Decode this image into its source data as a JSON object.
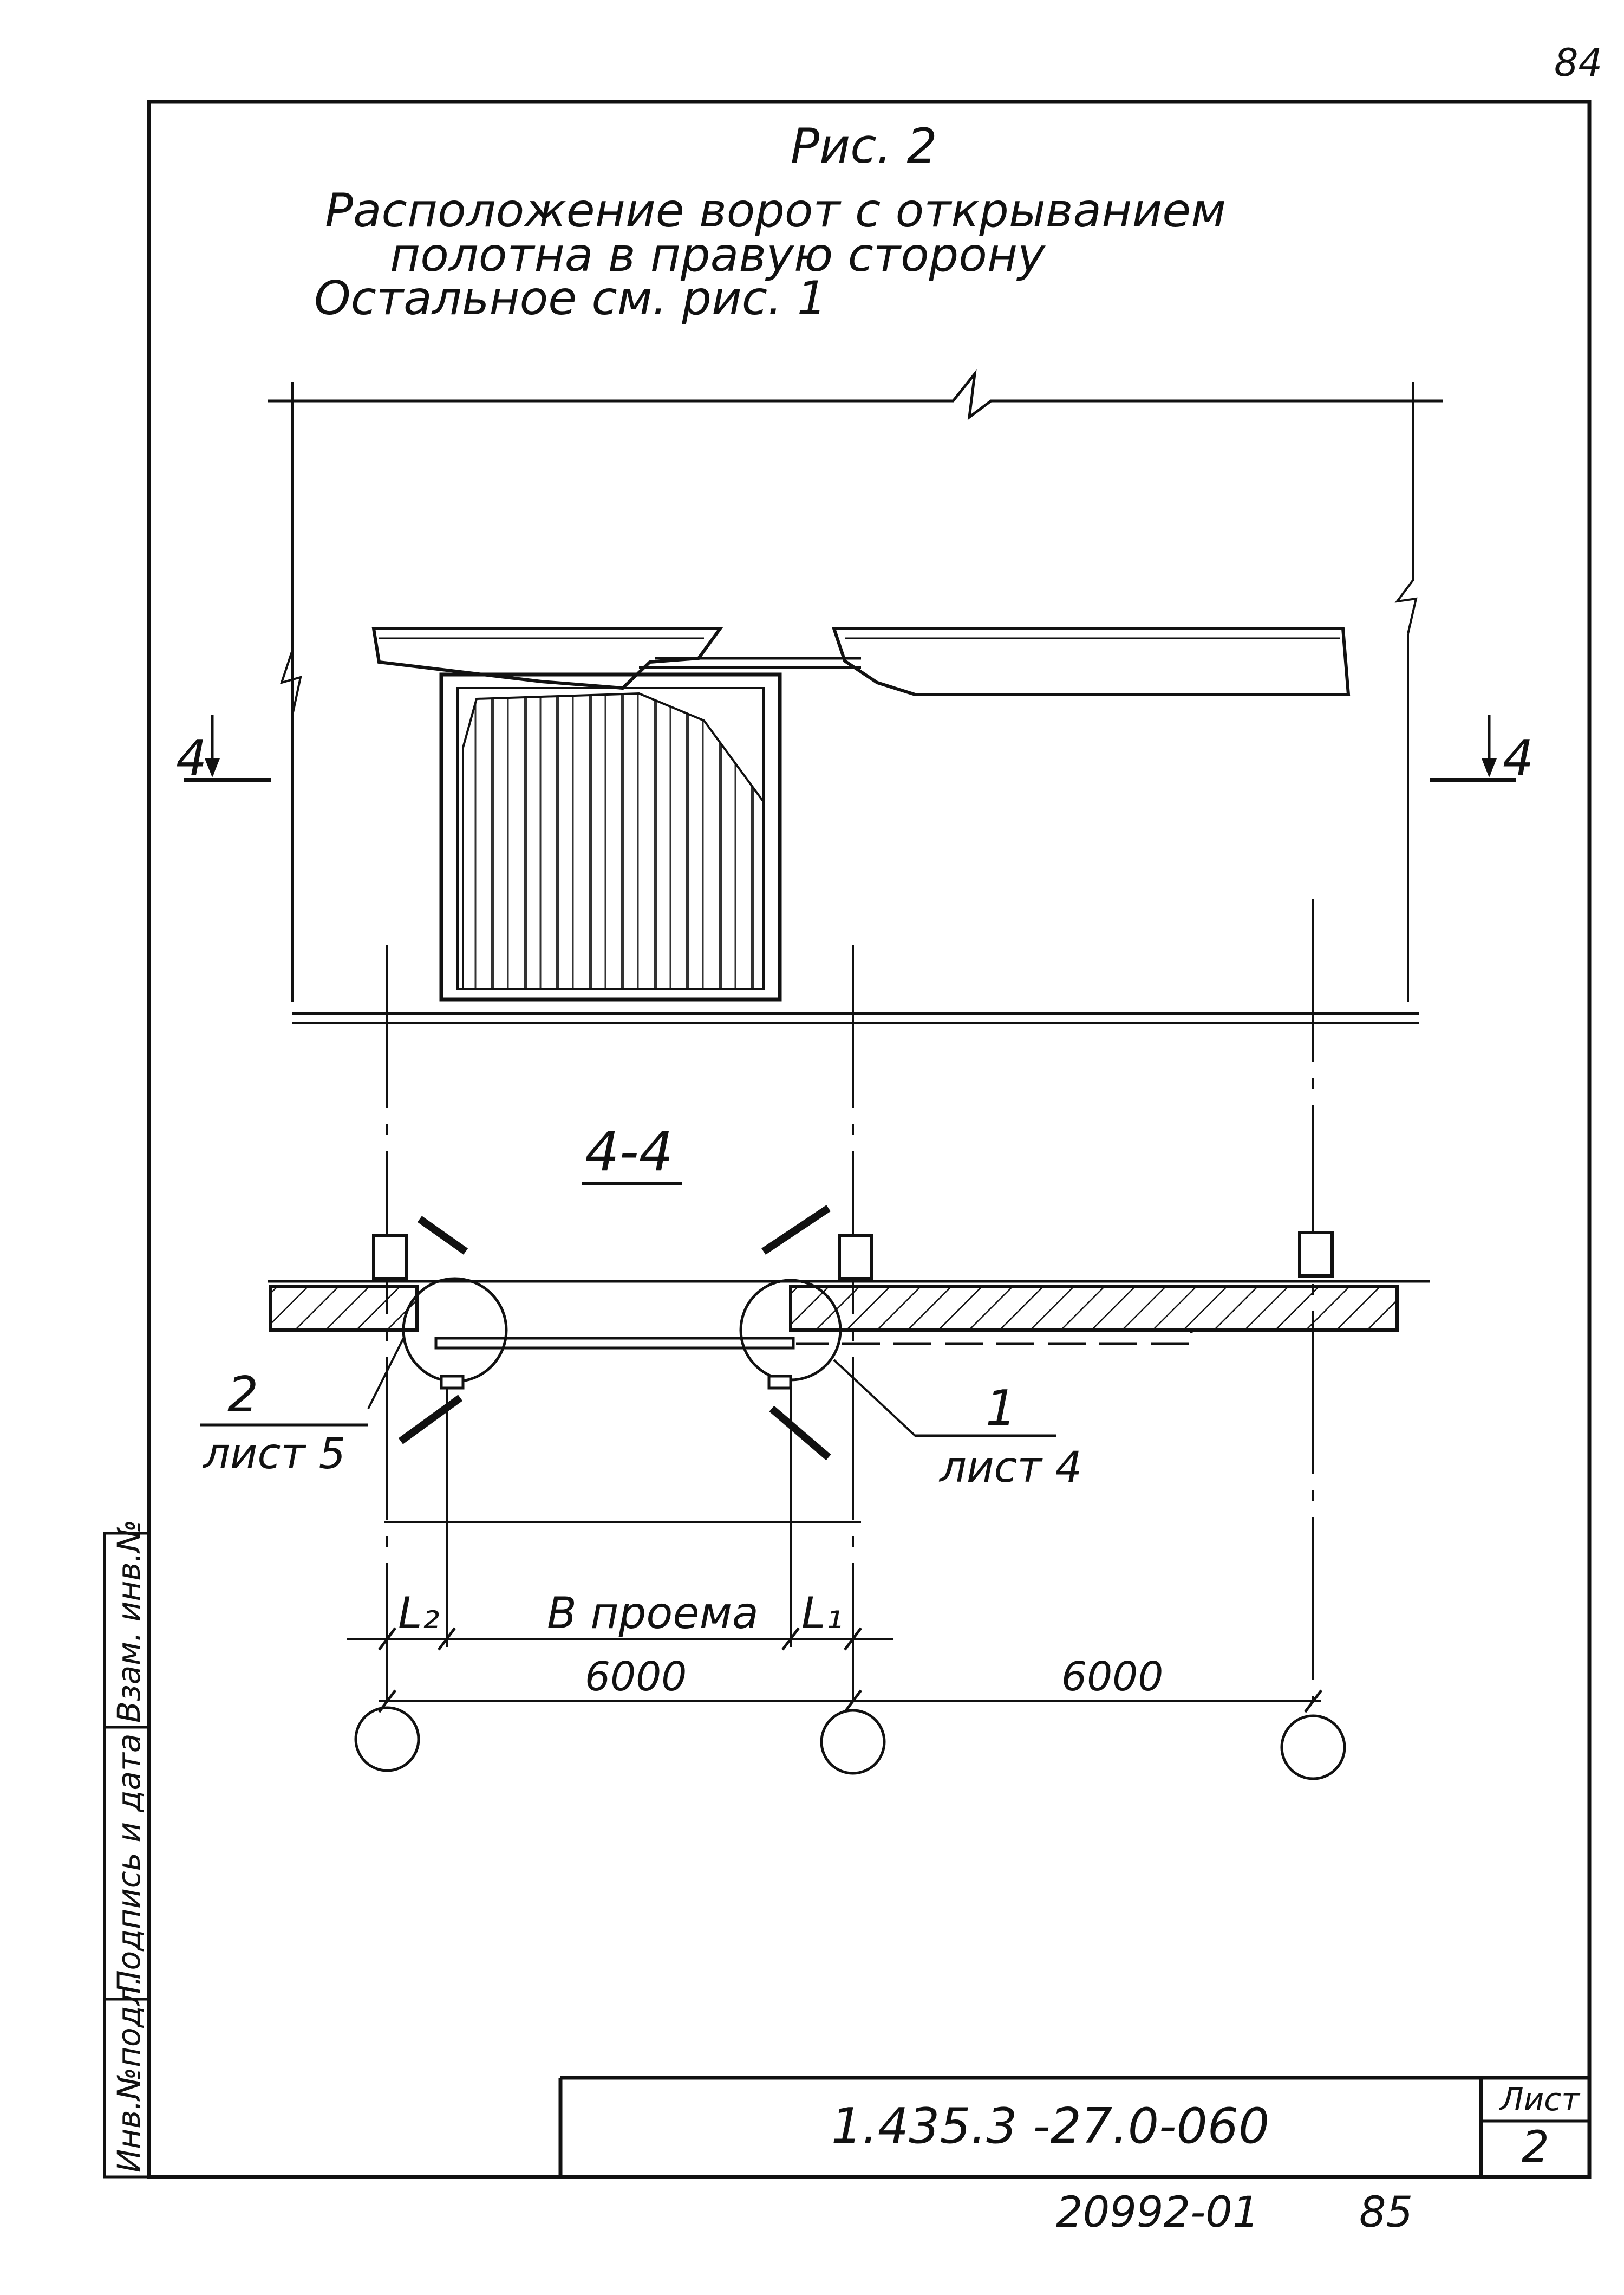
{
  "page_number": "84",
  "figure": {
    "label": "Рис. 2",
    "title_line1": "Расположение ворот с открыванием",
    "title_line2": "полотна в правую сторону",
    "title_line3": "Остальное см. рис. 1"
  },
  "section": {
    "marker": "4",
    "label": "4-4"
  },
  "callouts": {
    "left_number": "2",
    "left_sheet": "лист 5",
    "right_number": "1",
    "right_sheet": "лист 4"
  },
  "dimensions": {
    "l2": "L₂",
    "opening": "B проема",
    "l1": "L₁",
    "span_left": "6000",
    "span_right": "6000"
  },
  "side_stamp": {
    "inv_no": "Инв.№подл.",
    "signature_date": "Подпись и дата",
    "replaced_inv": "Взам. инв.№"
  },
  "title_block": {
    "code": "1.435.3 -27.0-060",
    "sheet_label": "Лист",
    "sheet_number": "2"
  },
  "footer": {
    "doc_number": "20992-01",
    "page": "85"
  }
}
